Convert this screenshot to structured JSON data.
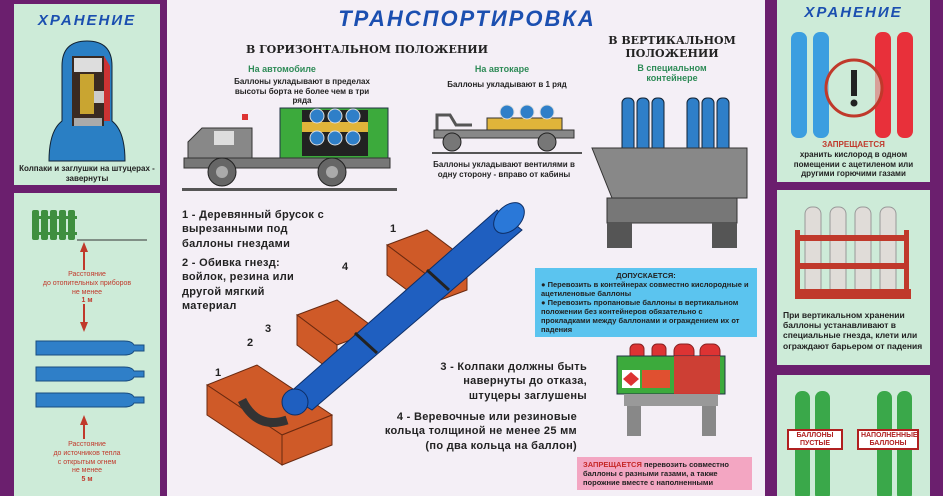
{
  "left": {
    "title": "ХРАНЕНИЕ",
    "cap_caption": "Колпаки и заглушки на штуцерах - завернуты",
    "distance_heating": [
      "Расстояние",
      "до отопительных приборов",
      "не менее",
      "1 м"
    ],
    "distance_fire": [
      "Расстояние",
      "до источников тепла",
      "с открытым огнем",
      "не менее",
      "5 м"
    ]
  },
  "center": {
    "title": "ТРАНСПОРТИРОВКА",
    "horizontal_heading": "В ГОРИЗОНТАЛЬНОМ ПОЛОЖЕНИИ",
    "car_label": "На автомобиле",
    "car_text": "Баллоны укладывают в пределах высоты борта не более чем в три ряда",
    "cart_label": "На автокаре",
    "cart_text": "Баллоны укладывают в 1 ряд",
    "valves_text": "Баллоны укладывают вентилями в одну сторону - вправо от кабины",
    "vertical_heading": "В ВЕРТИКАЛЬНОМ ПОЛОЖЕНИИ",
    "container_label": "В специальном контейнере",
    "note1": "1 - Деревянный брусок с вырезанными под баллоны гнездами",
    "note2": "2 - Обивка гнезд: войлок, резина или другой мягкий материал",
    "note3": "3 - Колпаки должны быть навернуты до отказа, штуцеры заглушены",
    "note4": "4 - Веревочные или резиновые кольца толщиной не менее 25 мм (по два кольца на баллон)",
    "callouts": [
      "1",
      "2",
      "3",
      "4",
      "1"
    ],
    "allowed_title": "ДОПУСКАЕТСЯ:",
    "allowed_1": "● Перевозить в контейнерах совместно кислородные и ацетиленовые баллоны",
    "allowed_2": "● Перевозить пропановые баллоны в вертикальном положении без контейнеров обязательно с прокладками между баллонами и ограждением их от падения",
    "forbidden_word": "ЗАПРЕЩАЕТСЯ",
    "forbidden_text": " перевозить совместно баллоны с разными газами, а также порожние вместе с наполненными"
  },
  "right": {
    "title": "ХРАНЕНИЕ",
    "forbidden_word": "ЗАПРЕЩАЕТСЯ",
    "forbidden_text": "хранить кислород в одном помещении с ацетиленом или другими горючими газами",
    "vertical_text": "При вертикальном хранении баллоны устанавливают в специальные гнезда, клети или ограждают барьером от падения",
    "empty_label": "БАЛЛОНЫ ПУСТЫЕ",
    "full_label": "НАПОЛНЕННЫЕ БАЛЛОНЫ"
  },
  "colors": {
    "purple": "#6b1f6e",
    "panel": "#cdebd8",
    "blue": "#1b4fb0",
    "red": "#c62828"
  }
}
